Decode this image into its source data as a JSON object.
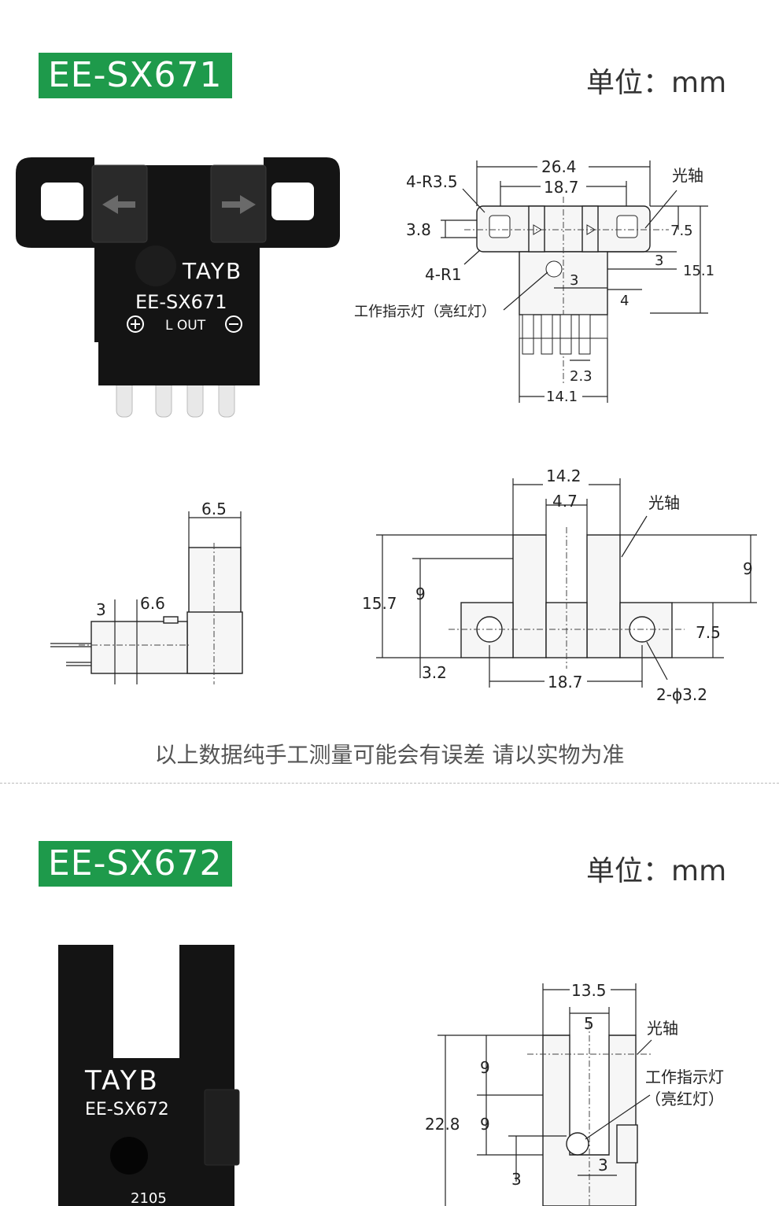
{
  "section1": {
    "model": "EE-SX671",
    "unit": "单位：mm",
    "photo": {
      "brand": "TAYB",
      "model": "EE-SX671",
      "pins": "L OUT"
    },
    "top_view": {
      "w264": "26.4",
      "w187": "18.7",
      "r35": "4-R3.5",
      "h38": "3.8",
      "r1": "4-R1",
      "axis": "光轴",
      "h75": "7.5",
      "h3": "3",
      "h151": "15.1",
      "d3": "3",
      "d4": "4",
      "led": "工作指示灯（亮红灯）",
      "p23": "2.3",
      "w141": "14.1"
    },
    "side_view": {
      "w65": "6.5",
      "d3": "3",
      "d66": "6.6"
    },
    "front_view": {
      "w142": "14.2",
      "w47": "4.7",
      "axis": "光轴",
      "h157": "15.7",
      "h9a": "9",
      "h9b": "9",
      "h75": "7.5",
      "h32": "3.2",
      "w187": "18.7",
      "hole": "2-ϕ3.2"
    },
    "note": "以上数据纯手工测量可能会有误差 请以实物为准"
  },
  "section2": {
    "model": "EE-SX672",
    "unit": "单位：mm",
    "photo": {
      "brand": "TAYB",
      "model": "EE-SX672",
      "code": "2105"
    },
    "drawing": {
      "w135": "13.5",
      "w5": "5",
      "axis": "光轴",
      "led1": "工作指示灯",
      "led2": "（亮红灯）",
      "h9a": "9",
      "h9b": "9",
      "h228": "22.8",
      "d3a": "3",
      "d3b": "3"
    }
  }
}
